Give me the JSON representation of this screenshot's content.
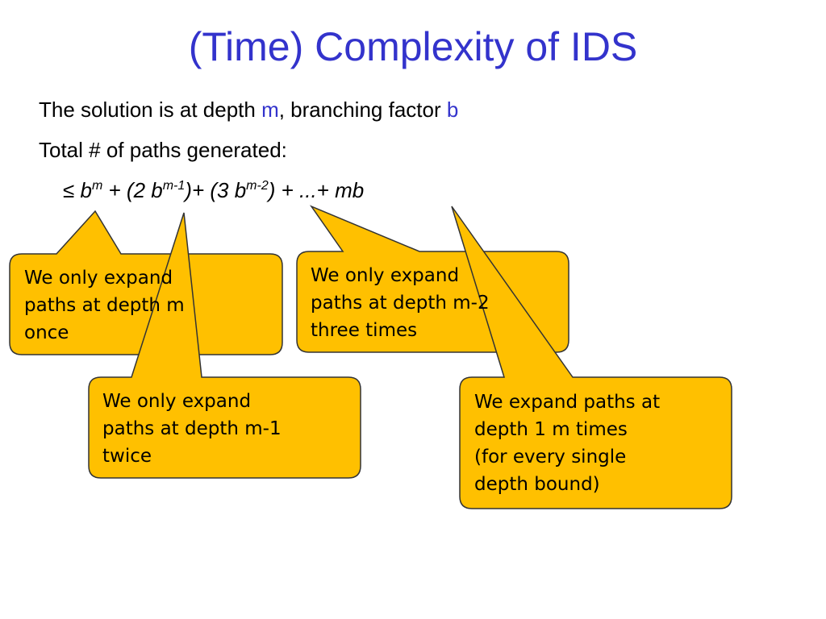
{
  "slide": {
    "title": "(Time) Complexity of IDS",
    "line1": {
      "prefix": "The solution is at depth ",
      "m": "m",
      "middle": ", branching factor ",
      "b": "b"
    },
    "line2": "Total # of paths generated:",
    "formula": {
      "leq": "≤ b",
      "exp1": "m",
      "part2": " + (2 b",
      "exp2": "m-1",
      "part3": ")+ (3 b",
      "exp3": "m-2",
      "part4": ") + ...+ mb"
    }
  },
  "callouts": [
    {
      "lines": [
        "We only expand",
        "paths at depth m",
        "once"
      ]
    },
    {
      "lines": [
        "We only expand",
        "paths at depth m-2",
        "three times"
      ]
    },
    {
      "lines": [
        "We only expand",
        "paths at depth m-1",
        "twice"
      ]
    },
    {
      "lines": [
        "We expand paths at",
        "depth 1 m times",
        "(for every single",
        "depth bound)"
      ]
    }
  ],
  "colors": {
    "title": "#3333cc",
    "callout_fill": "#ffc000",
    "callout_stroke": "#333333"
  }
}
